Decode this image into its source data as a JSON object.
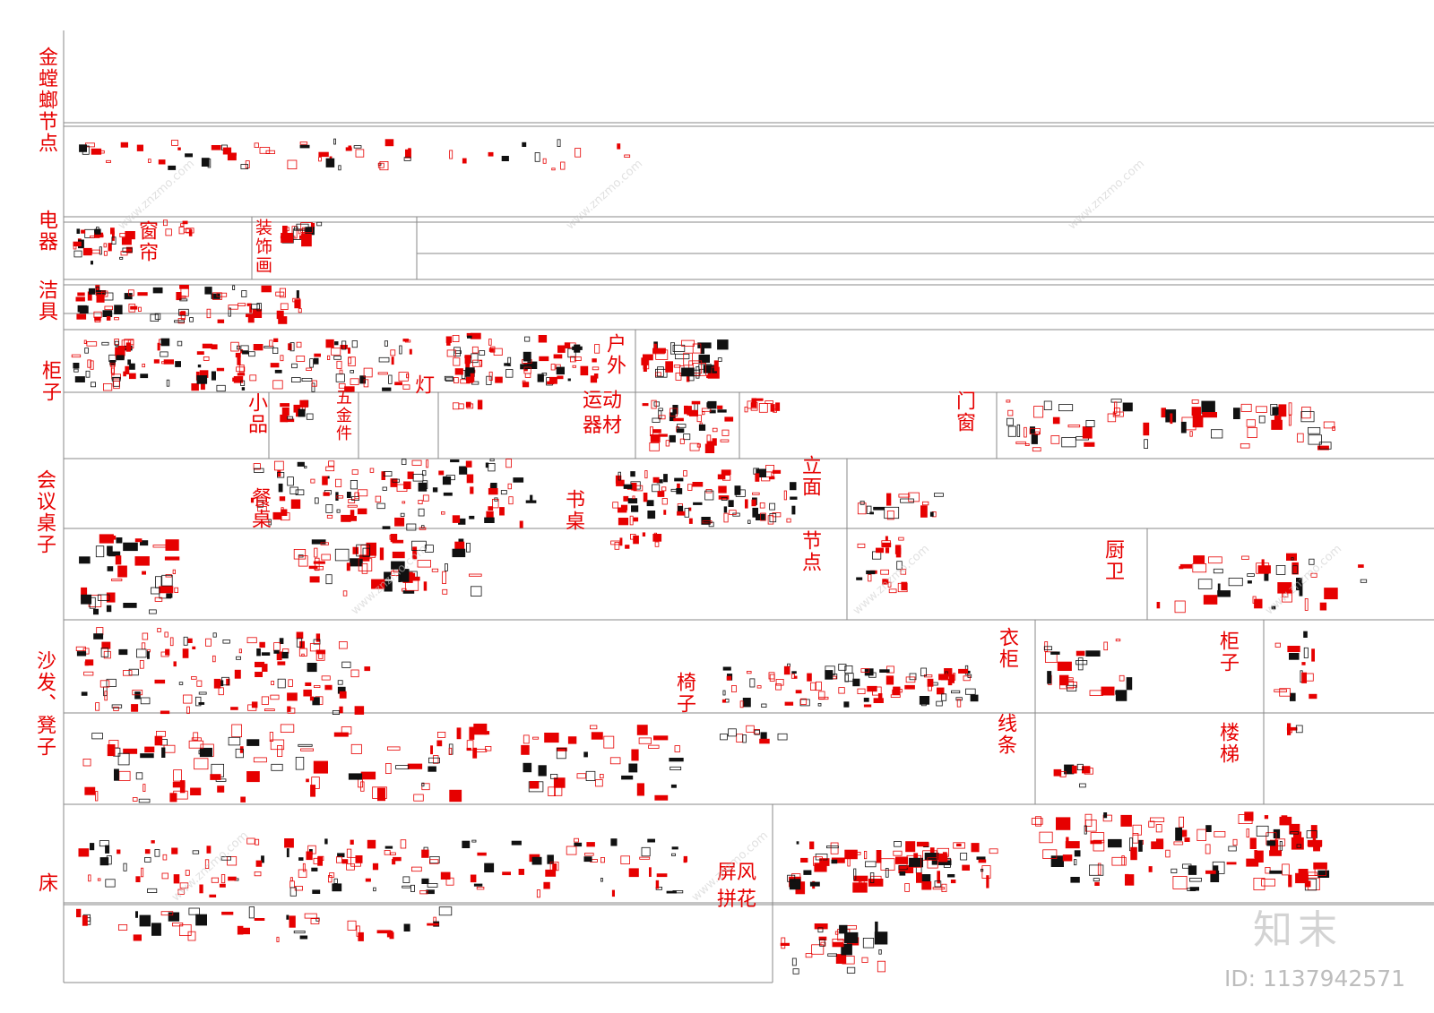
{
  "accent_color": "#e60000",
  "labels": {
    "jintanglang_jiedian": "金螳螂节点",
    "dianqi": "电器",
    "chuanglian": "窗帘",
    "zhuangshihua": "装饰画",
    "jieju": "洁具",
    "guizi_left": "柜子",
    "xiaopin": "小品",
    "wujin": "五金件",
    "deng": "灯",
    "huwai": "户外",
    "yundong": "运动器材",
    "menchuang": "门窗",
    "huiyi_zhuozi": "会议桌子",
    "canzhuo": "餐桌",
    "shuzhuo": "书桌",
    "limian": "立面",
    "jiedian": "节点",
    "chuwei": "厨卫",
    "shafa_dengzi": "沙发、凳子",
    "yizi": "椅子",
    "yigui": "衣柜",
    "guizi_right": "柜子",
    "xiantiao": "线条",
    "louti": "楼梯",
    "chuang": "床",
    "pingfeng_pinghua": "屏风拼花"
  },
  "watermark": {
    "site": "www.znzmo.com",
    "brand": "知末",
    "id_text": "ID: 1137942571"
  }
}
